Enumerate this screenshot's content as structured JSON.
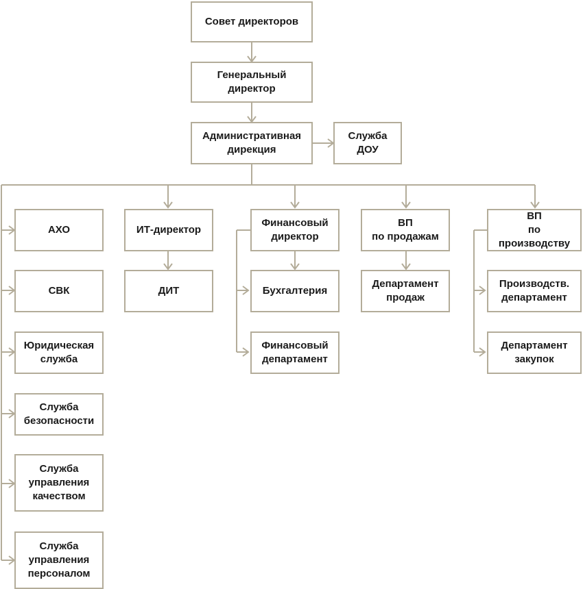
{
  "colors": {
    "line": "#b3ac99",
    "border": "#b3ac99",
    "text": "#1a1a1a",
    "background": "#ffffff"
  },
  "nodes": {
    "board": "Совет директоров",
    "ceo": "Генеральный\nдиректор",
    "admin": "Административная\nдирекция",
    "dou": "Служба\nДОУ",
    "aho": "АХО",
    "svk": "СВК",
    "legal": "Юридическая\nслужба",
    "security": "Служба\nбезопасности",
    "quality": "Служба\nуправления\nкачеством",
    "hr": "Служба\nуправления\nперсоналом",
    "it_director": "ИТ-директор",
    "dit": "ДИТ",
    "fin_director": "Финансовый\nдиректор",
    "accounting": "Бухгалтерия",
    "fin_dept": "Финансовый\nдепартамент",
    "vp_sales": "ВП\nпо продажам",
    "sales_dept": "Департамент\nпродаж",
    "vp_production": "ВП\nпо производству",
    "production_dept": "Производств.\nдепартамент",
    "purchasing_dept": "Департамент\nзакупок"
  }
}
